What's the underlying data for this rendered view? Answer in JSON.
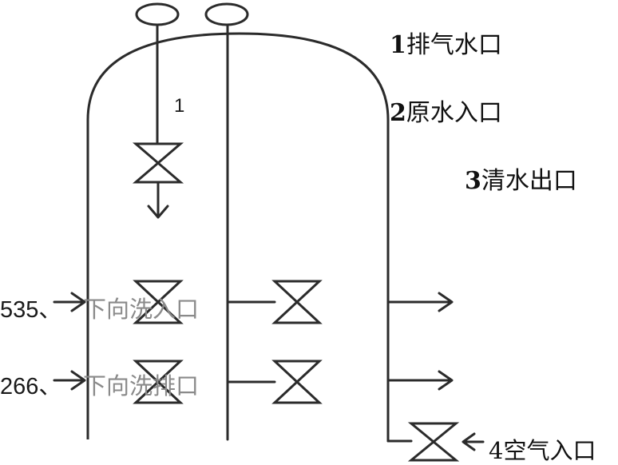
{
  "legend": {
    "item1": {
      "num": "1",
      "label": "排气水口"
    },
    "item2": {
      "num": "2",
      "label": "原水入口"
    },
    "item3": {
      "num": "3",
      "label": "清水出口"
    },
    "item4": {
      "num": "4",
      "label": "空气入口"
    }
  },
  "vent_label": "1",
  "left_labels": {
    "upper": {
      "num": "535、",
      "text": "下向洗入口"
    },
    "lower": {
      "num": "266、",
      "text": "下向洗排口"
    }
  }
}
